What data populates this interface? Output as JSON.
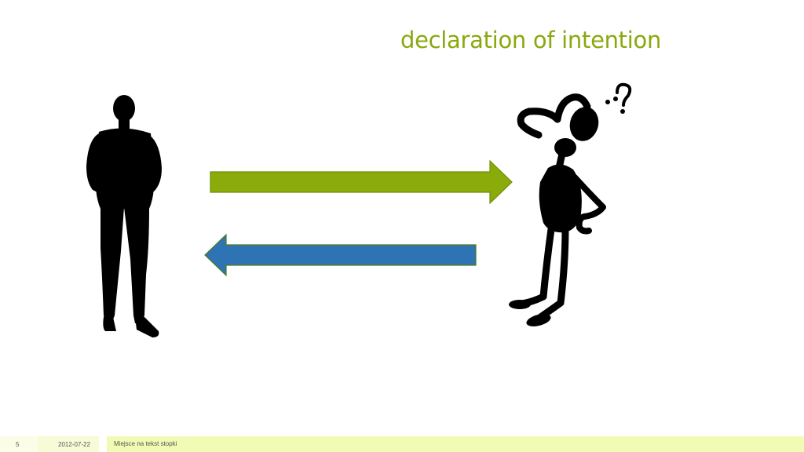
{
  "slide": {
    "title": "declaration of intention"
  },
  "illustration": {
    "left_figure": "person-silhouette",
    "right_figure": "confused-stick-figure",
    "arrow_right_color": "#8aab0a",
    "arrow_left_color": "#2e74b5"
  },
  "footer": {
    "slide_number": "5",
    "date": "2012-07-22",
    "text": "Miejsce na tekst stopki"
  }
}
